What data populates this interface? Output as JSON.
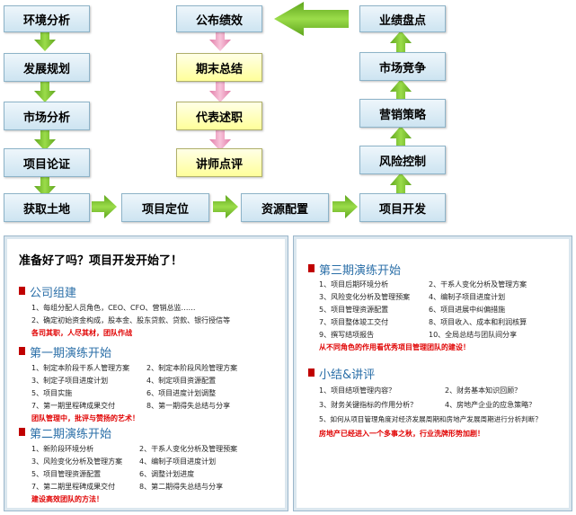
{
  "flow": {
    "left_col": [
      "环境分析",
      "发展规划",
      "市场分析",
      "项目论证"
    ],
    "bottom_row": [
      "获取土地",
      "项目定位",
      "资源配置",
      "项目开发"
    ],
    "middle_col": [
      "公布绩效",
      "期末总结",
      "代表述职",
      "讲师点评"
    ],
    "right_col": [
      "业绩盘点",
      "市场竞争",
      "营销策略",
      "风险控制"
    ],
    "colors": {
      "box_blue": "#cde4f1",
      "box_yellow": "#ffff9a",
      "arrow_green": "#7ac22e",
      "arrow_pink": "#f2a7c8"
    }
  },
  "left_panel": {
    "headline": "准备好了吗？项目开发开始了！",
    "s1": {
      "title": "公司组建",
      "lines": [
        "1、每组分配人员角色，CEO、CFO、营销总监……",
        "2、确定初始资金构成，股本金、股东贷款、贷款、银行授信等"
      ],
      "note": "各司其职，人尽其材，团队作战"
    },
    "s2": {
      "title": "第一期演练开始",
      "rows": [
        [
          "1、制定本阶段干系人管理方案",
          "2、制定本阶段风险管理方案"
        ],
        [
          "3、制定子项目进度计划",
          "4、制定项目资源配置"
        ],
        [
          "5、项目实施",
          "6、项目进度计划调整"
        ],
        [
          "7、第一期里程碑成果交付",
          "8、第一期得失总结与分享"
        ]
      ],
      "note": "团队管理中，批评与赞扬的艺术！"
    },
    "s3": {
      "title": "第二期演练开始",
      "rows": [
        [
          "1、新阶段环境分析",
          "2、干系人变化分析及管理预案"
        ],
        [
          "3、风险变化分析及管理方案",
          "4、编制子项目进度计划"
        ],
        [
          "5、项目管理资源配置",
          "6、调整计划进度"
        ],
        [
          "7、第二期里程碑成果交付",
          "8、第二期得失总结与分享"
        ]
      ],
      "note": "建设高效团队的方法！"
    }
  },
  "right_panel": {
    "s1": {
      "title": "第三期演练开始",
      "rows": [
        [
          "1、项目后期环境分析",
          "2、干系人变化分析及管理方案"
        ],
        [
          "3、风险变化分析及管理预案",
          "4、编制子项目进度计划"
        ],
        [
          "5、项目管理资源配置",
          "6、项目进展中纠偏措施"
        ],
        [
          "7、项目整体竣工交付",
          "8、项目收入、成本和利润核算"
        ],
        [
          "9、撰写结项报告",
          "10、全局总结与团队间分享"
        ]
      ],
      "note": "从不同角色的作用看优秀项目管理团队的建设！"
    },
    "s2": {
      "title": "小结&讲评",
      "lines": [
        "1、项目结项管理内容？",
        "2、财务基本知识回顾？",
        "3、财务关键指标的作用分析？",
        "4、房地产企业的应急策略？",
        "5、如何从项目管理角度对经济发展周期和房地产发展周期进行分析判断？"
      ],
      "note": "房地产已经进入一个多事之秋，行业洗牌形势加剧！"
    }
  }
}
